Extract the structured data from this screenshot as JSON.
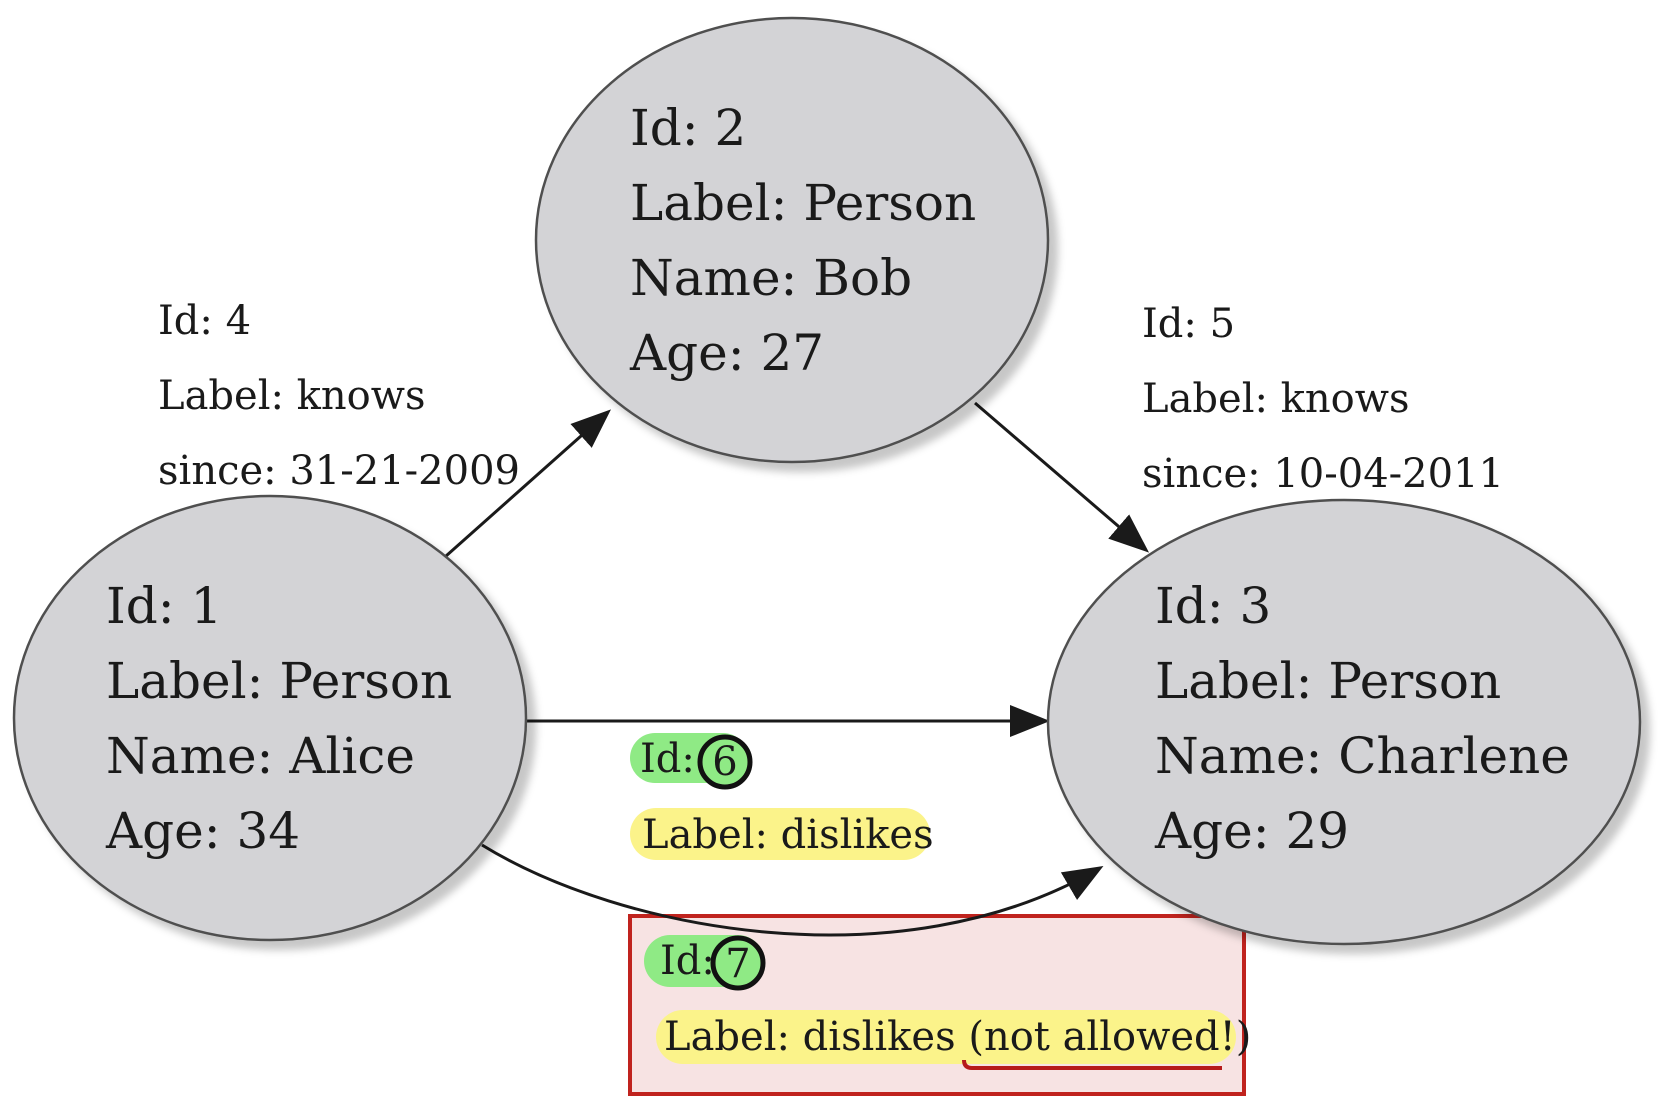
{
  "nodes": [
    {
      "id": "node-1",
      "lines": [
        "Id: 1",
        "Label: Person",
        "Name: Alice",
        "Age: 34"
      ]
    },
    {
      "id": "node-2",
      "lines": [
        "Id: 2",
        "Label: Person",
        "Name: Bob",
        "Age: 27"
      ]
    },
    {
      "id": "node-3",
      "lines": [
        "Id: 3",
        "Label: Person",
        "Name: Charlene",
        "Age: 29"
      ]
    }
  ],
  "edges": [
    {
      "id": "edge-4",
      "from": "node-1",
      "to": "node-2",
      "lines": [
        "Id: 4",
        "Label: knows",
        "since: 31-21-2009"
      ]
    },
    {
      "id": "edge-5",
      "from": "node-2",
      "to": "node-3",
      "lines": [
        "Id: 5",
        "Label: knows",
        "since: 10-04-2011"
      ]
    },
    {
      "id": "edge-6",
      "from": "node-1",
      "to": "node-3",
      "id_prefix": "Id:",
      "id_value": "6",
      "label": "Label: dislikes"
    },
    {
      "id": "edge-7",
      "from": "node-1",
      "to": "node-3",
      "id_prefix": "Id:",
      "id_value": "7",
      "label_main": "Label: dislikes (",
      "label_warning": "not allowed!",
      "label_close": ")"
    }
  ],
  "colors": {
    "node_fill": "#d3d3d6",
    "node_stroke": "#505050",
    "edge": "#1a1a1a",
    "id_highlight": "#8fea85",
    "label_highlight": "#fbf38a",
    "error_box_fill": "#f7e3e3",
    "error_box_stroke": "#c0231e",
    "error_underline": "#b61a1a"
  }
}
